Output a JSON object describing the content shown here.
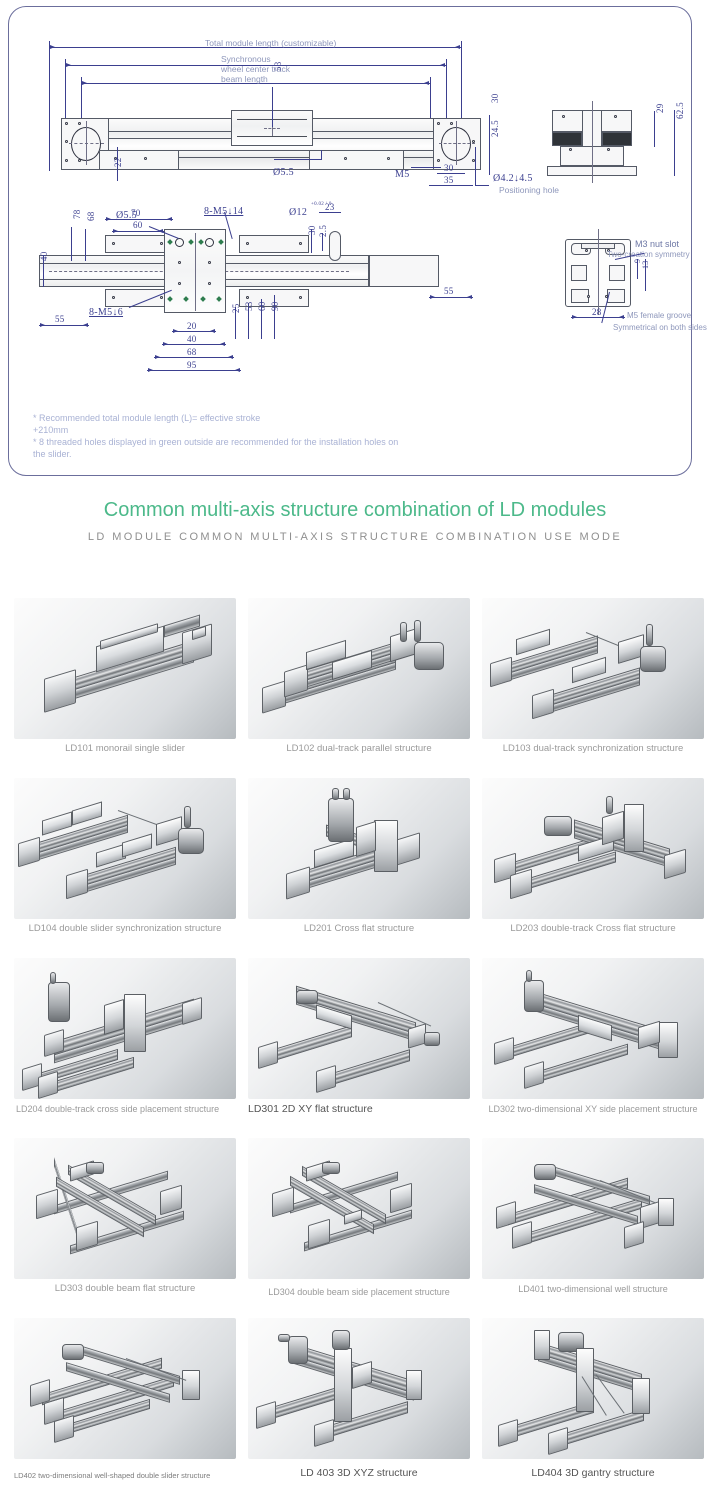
{
  "drawing": {
    "panel_name": "LD module technical dimension drawing",
    "top_dimension_labels": [
      "Total module length (customizable)",
      "Synchronous",
      "wheel center track",
      "beam length"
    ],
    "callouts": [
      "Ø5.5",
      "M5",
      "Ø4.2↓4.5",
      "Positioning hole",
      "8-M5↓14",
      "8-M5↓6",
      "Ø12",
      "M3 nut slot",
      "Two-creation symmetry",
      "M5 female groove",
      "Symmetrical on both sides"
    ],
    "tolerance": "+0.02 / 0",
    "dimensions_top_view": [
      "53",
      "30",
      "24.5",
      "22",
      "30",
      "35",
      "29",
      "62.5"
    ],
    "dimensions_bottom_view": [
      "70",
      "60",
      "78",
      "68",
      "40",
      "55",
      "55",
      "20",
      "40",
      "68",
      "95",
      "25",
      "53",
      "60",
      "90",
      "30",
      "2.5",
      "23",
      "28",
      "13",
      "9"
    ],
    "notes": "* Recommended total module length (L)= effective stroke\n+210mm\n* 8 threaded holes displayed in green outside are recommended for the installation holes on\nthe slider."
  },
  "section": {
    "title": "Common multi-axis structure combination of LD modules",
    "subtitle": "LD MODULE COMMON MULTI-AXIS STRUCTURE COMBINATION USE MODE",
    "title_color": "#4cb98a",
    "subtitle_color": "#8f8f8f"
  },
  "products": [
    {
      "code": "LD101",
      "caption": "LD101 monorail single slider",
      "art": "single"
    },
    {
      "code": "LD102",
      "caption": "LD102 dual-track parallel structure",
      "art": "dual-parallel"
    },
    {
      "code": "LD103",
      "caption": "LD103 dual-track synchronization structure",
      "art": "dual-sync"
    },
    {
      "code": "LD104",
      "caption": "LD104 double slider synchronization structure",
      "art": "double-slider"
    },
    {
      "code": "LD201",
      "caption": "LD201 Cross flat structure",
      "art": "cross-flat"
    },
    {
      "code": "LD203",
      "caption": "LD203 double-track Cross flat structure",
      "art": "dual-cross-flat"
    },
    {
      "code": "LD204",
      "caption": "LD204 double-track cross side placement structure",
      "art": "cross-side"
    },
    {
      "code": "LD301",
      "caption": "LD301 2D XY flat structure",
      "art": "xy-flat"
    },
    {
      "code": "LD302",
      "caption": "LD302 two-dimensional XY side placement structure",
      "art": "xy-side"
    },
    {
      "code": "LD303",
      "caption": "LD303 double beam flat structure",
      "art": "double-beam"
    },
    {
      "code": "LD304",
      "caption": "LD304 double beam side placement structure",
      "art": "double-beam-side"
    },
    {
      "code": "LD401",
      "caption": "LD401 two-dimensional well structure",
      "art": "well"
    },
    {
      "code": "LD402",
      "caption": "LD402 two-dimensional well-shaped double slider structure",
      "art": "well-double"
    },
    {
      "code": "LD403",
      "caption": "LD 403 3D XYZ structure",
      "art": "xyz"
    },
    {
      "code": "LD404",
      "caption": "LD404 3D gantry structure",
      "art": "gantry"
    }
  ]
}
